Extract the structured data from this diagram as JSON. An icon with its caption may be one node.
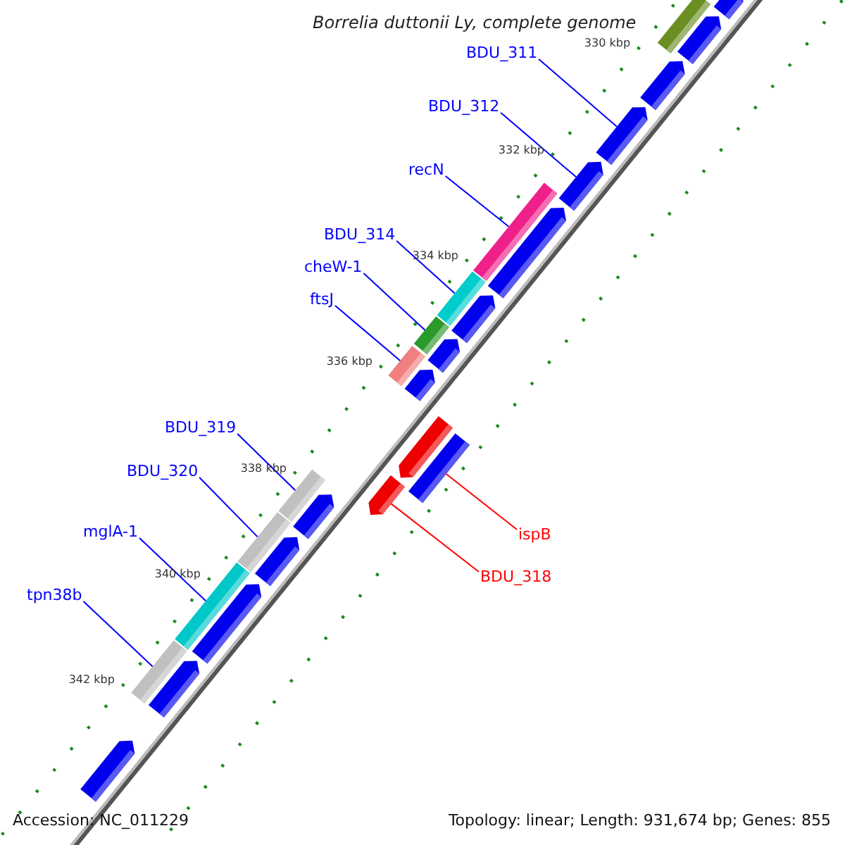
{
  "diagram": {
    "title": "Borrelia duttonii Ly, complete genome",
    "nodes": [
      {
        "text": [
          "BDU_311"
        ]
      },
      {
        "text": [
          "BDU_312"
        ]
      },
      {
        "text": [
          "recN"
        ]
      },
      {
        "text": [
          "BDU_314"
        ]
      },
      {
        "text": [
          "cheW-1"
        ]
      },
      {
        "text": [
          "ftsJ"
        ]
      },
      {
        "text": [
          "BDU_319"
        ]
      },
      {
        "text": [
          "BDU_320"
        ]
      },
      {
        "text": [
          "mglA-1"
        ]
      },
      {
        "text": [
          "tpn38b"
        ]
      },
      {
        "text": [
          "ispB"
        ]
      },
      {
        "text": [
          "BDU_318"
        ]
      },
      {
        "text": [],
        "shape": "bar"
      },
      {
        "text": [],
        "shape": "arrow"
      },
      {
        "text": [],
        "shape": "arrow"
      },
      {
        "text": [],
        "shape": "arrow"
      },
      {
        "text": [],
        "shape": "arrow"
      },
      {
        "text": [],
        "shape": "arrow"
      },
      {
        "text": [],
        "shape": "bar"
      },
      {
        "text": [],
        "shape": "arrow"
      },
      {
        "text": [],
        "shape": "bar"
      },
      {
        "text": [],
        "shape": "arrow"
      },
      {
        "text": [],
        "shape": "bar"
      },
      {
        "text": [],
        "shape": "arrow"
      },
      {
        "text": [],
        "shape": "bar"
      },
      {
        "text": [],
        "shape": "arrow"
      },
      {
        "text": [],
        "shape": "arrow"
      },
      {
        "text": [],
        "shape": "bar"
      },
      {
        "text": [],
        "shape": "arrow"
      },
      {
        "text": [],
        "shape": "bar"
      },
      {
        "text": [],
        "shape": "arrow"
      },
      {
        "text": [],
        "shape": "bar"
      },
      {
        "text": [],
        "shape": "arrow"
      },
      {
        "text": [],
        "shape": "bar"
      },
      {
        "text": [],
        "shape": "arrow"
      },
      {
        "text": [],
        "shape": "bar"
      },
      {
        "text": [],
        "shape": "arrow"
      },
      {
        "text": [],
        "shape": "arrow"
      }
    ],
    "edges": [
      {
        "from": 0,
        "to": 16,
        "arrow": "none"
      },
      {
        "from": 1,
        "to": 17,
        "arrow": "none"
      },
      {
        "from": 2,
        "to": 18,
        "arrow": "none"
      },
      {
        "from": 3,
        "to": 20,
        "arrow": "none"
      },
      {
        "from": 4,
        "to": 22,
        "arrow": "none"
      },
      {
        "from": 5,
        "to": 24,
        "arrow": "none"
      },
      {
        "from": 6,
        "to": 29,
        "arrow": "none"
      },
      {
        "from": 7,
        "to": 31,
        "arrow": "none"
      },
      {
        "from": 8,
        "to": 33,
        "arrow": "none"
      },
      {
        "from": 9,
        "to": 35,
        "arrow": "none"
      },
      {
        "from": 10,
        "to": 27,
        "arrow": "none",
        "color": "#ff0000"
      },
      {
        "from": 11,
        "to": 28,
        "arrow": "none",
        "color": "#ff0000"
      }
    ],
    "labels": [
      "330 kbp",
      "332 kbp",
      "334 kbp",
      "336 kbp",
      "338 kbp",
      "340 kbp",
      "342 kbp",
      "Accession: NC_011229",
      "Topology: linear; Length: 931,674 bp; Genes: 855"
    ]
  }
}
